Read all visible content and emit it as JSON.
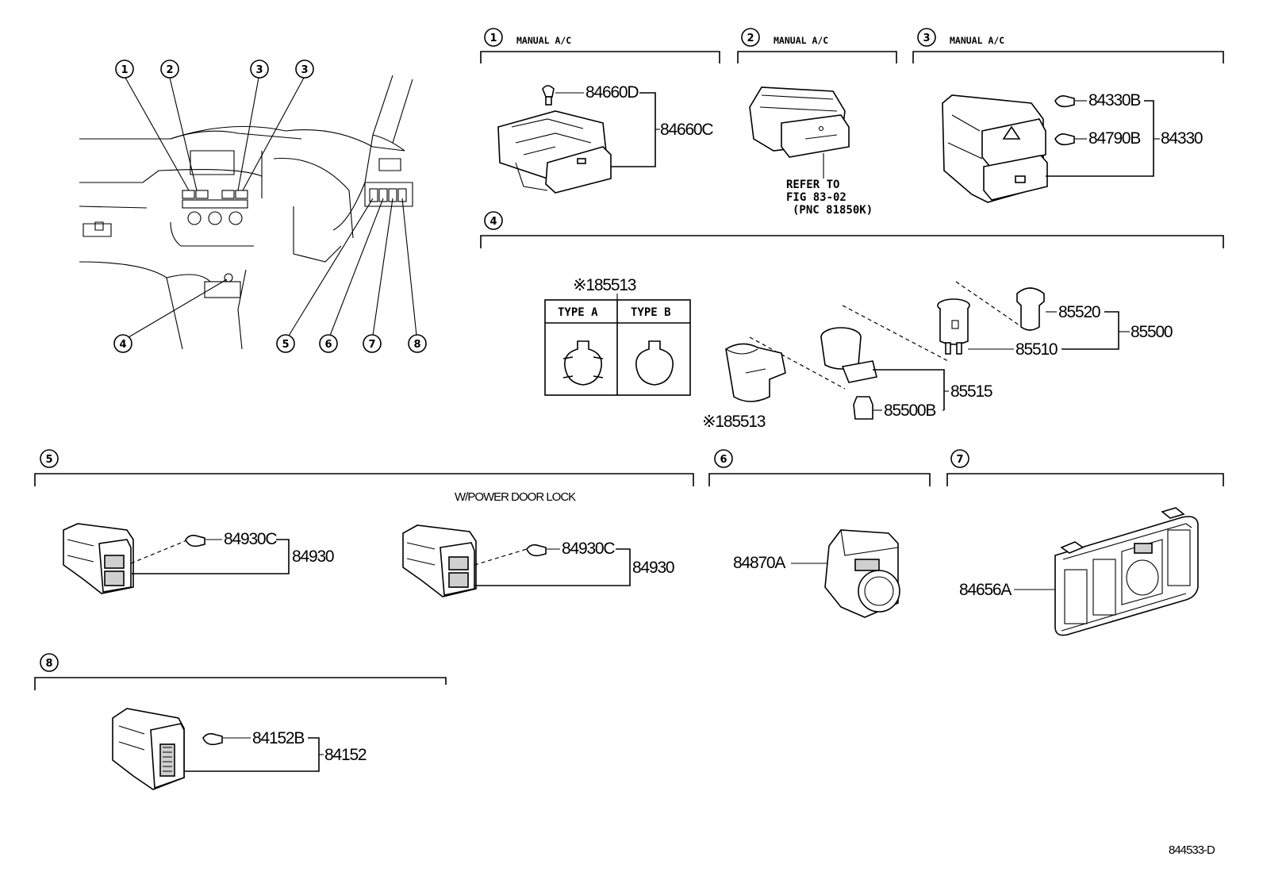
{
  "callouts": {
    "c1": "1",
    "c2": "2",
    "c3": "3",
    "c4": "4",
    "c5": "5",
    "c6": "6",
    "c7": "7",
    "c8": "8"
  },
  "sections": {
    "s1": {
      "number": "1",
      "header": "MANUAL A/C"
    },
    "s2": {
      "number": "2",
      "header": "MANUAL A/C"
    },
    "s3": {
      "number": "3",
      "header": "MANUAL A/C"
    },
    "s4": {
      "number": "4"
    },
    "s5": {
      "number": "5",
      "subheader": "W/POWER DOOR LOCK"
    },
    "s6": {
      "number": "6"
    },
    "s7": {
      "number": "7"
    },
    "s8": {
      "number": "8"
    }
  },
  "parts": {
    "p84660D": "84660D",
    "p84660C": "84660C",
    "refer_line1": "REFER TO",
    "refer_line2": "FIG 83-02",
    "refer_line3": "(PNC 81850K)",
    "p84330B": "84330B",
    "p84790B": "84790B",
    "p84330": "84330",
    "p85513_top": "※185513",
    "type_a": "TYPE A",
    "type_b": "TYPE B",
    "p85513_bottom": "※185513",
    "p85500B": "85500B",
    "p85515": "85515",
    "p85520": "85520",
    "p85510": "85510",
    "p85500": "85500",
    "p84930C_a": "84930C",
    "p84930_a": "84930",
    "p84930C_b": "84930C",
    "p84930_b": "84930",
    "p84870A": "84870A",
    "p84656A": "84656A",
    "p84152B": "84152B",
    "p84152": "84152"
  },
  "footer": {
    "figure_id": "844533-D"
  }
}
